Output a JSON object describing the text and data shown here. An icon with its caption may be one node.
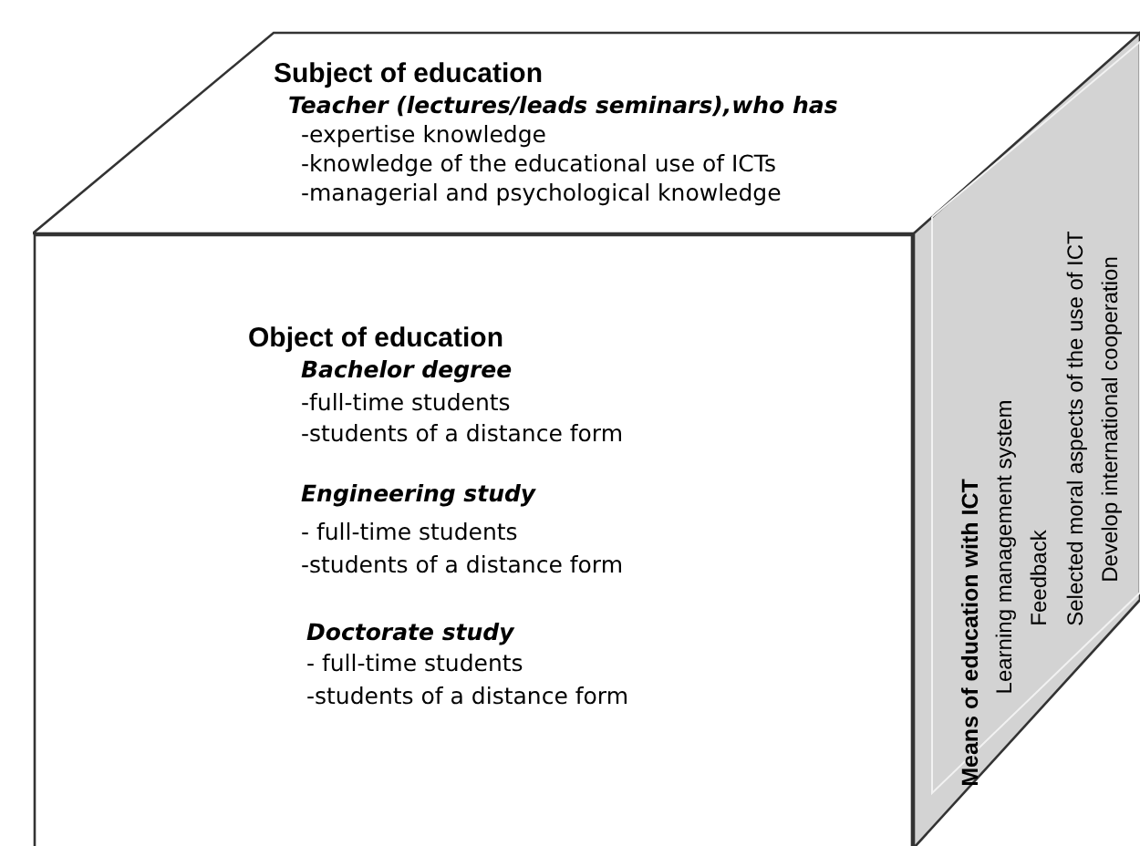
{
  "diagram": {
    "nodes": [
      {
        "text": [
          "Subject of education",
          "Teacher (lectures/leads seminars),who has",
          "-expertise knowledge",
          "-knowledge of the educational use of ICTs",
          "-managerial and psychological knowledge"
        ]
      },
      {
        "text": [
          "Object of education",
          "Bachelor degree",
          "-full-time students",
          "-students of a distance form",
          "Engineering study",
          "- full-time students",
          "-students of a distance form",
          "Doctorate study",
          "- full-time students",
          "-students of a distance form"
        ]
      },
      {
        "text": [
          "Means of education with ICT",
          "Learning management system",
          "Feedback",
          "Selected moral aspects of the use of ICT",
          "Develop international cooperation"
        ]
      }
    ]
  }
}
